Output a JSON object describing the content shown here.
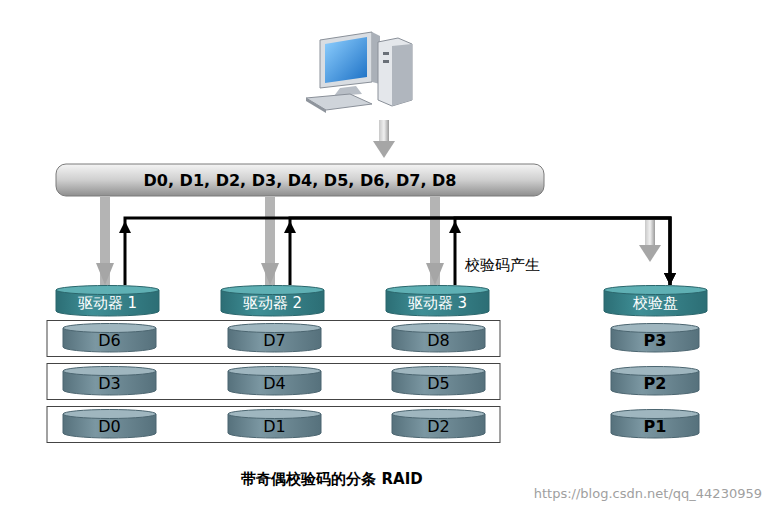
{
  "diagram": {
    "caption": "带奇偶校验码的分条 RAID",
    "nodes": [
      {
        "text": [
          "D0, D1, D2, D3, D4, D5, D6, D7, D8"
        ]
      },
      {
        "text": [
          "驱动器 1"
        ]
      },
      {
        "text": [
          "驱动器 2"
        ]
      },
      {
        "text": [
          "驱动器 3"
        ]
      },
      {
        "text": [
          "校验盘"
        ]
      },
      {
        "text": [
          "D6"
        ]
      },
      {
        "text": [
          "D7"
        ]
      },
      {
        "text": [
          "D8"
        ]
      },
      {
        "text": [
          "P3"
        ]
      },
      {
        "text": [
          "D3"
        ]
      },
      {
        "text": [
          "D4"
        ]
      },
      {
        "text": [
          "D5"
        ]
      },
      {
        "text": [
          "P2"
        ]
      },
      {
        "text": [
          "D0"
        ]
      },
      {
        "text": [
          "D1"
        ]
      },
      {
        "text": [
          "D2"
        ]
      },
      {
        "text": [
          "P1"
        ]
      }
    ],
    "edges": [
      {
        "from": 0,
        "to": 1,
        "arrow": "to"
      },
      {
        "from": 0,
        "to": 2,
        "arrow": "to"
      },
      {
        "from": 0,
        "to": 3,
        "arrow": "to"
      },
      {
        "from": 1,
        "to": 4,
        "arrow": "to"
      },
      {
        "from": 2,
        "to": 4,
        "arrow": "to"
      },
      {
        "from": 3,
        "to": 4,
        "arrow": "to",
        "label": "校验码产生"
      }
    ],
    "labels": [
      "https://blog.csdn.net/qq_44230959"
    ]
  }
}
